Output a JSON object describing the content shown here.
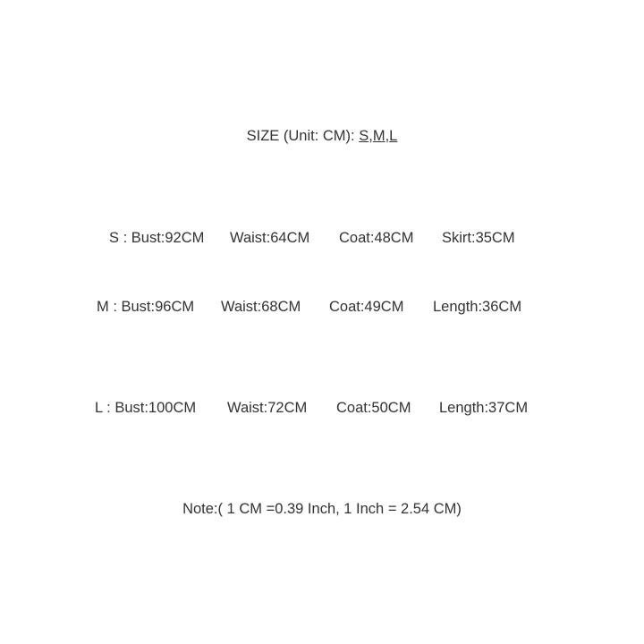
{
  "title": {
    "prefix": "SIZE (Unit: CM): ",
    "sizes": [
      "S",
      "M",
      "L"
    ],
    "sep": ","
  },
  "rows": [
    {
      "cells": [
        "S : Bust:92CM",
        "Waist:64CM",
        "Coat:48CM",
        "Skirt:35CM"
      ]
    },
    {
      "cells": [
        "M : Bust:96CM",
        "Waist:68CM",
        "Coat:49CM",
        "Length:36CM"
      ]
    },
    {
      "cells": [
        "L : Bust:100CM",
        "Waist:72CM",
        "Coat:50CM",
        "Length:37CM"
      ]
    }
  ],
  "note": "Note:( 1 CM =0.39 Inch, 1 Inch = 2.54 CM)"
}
